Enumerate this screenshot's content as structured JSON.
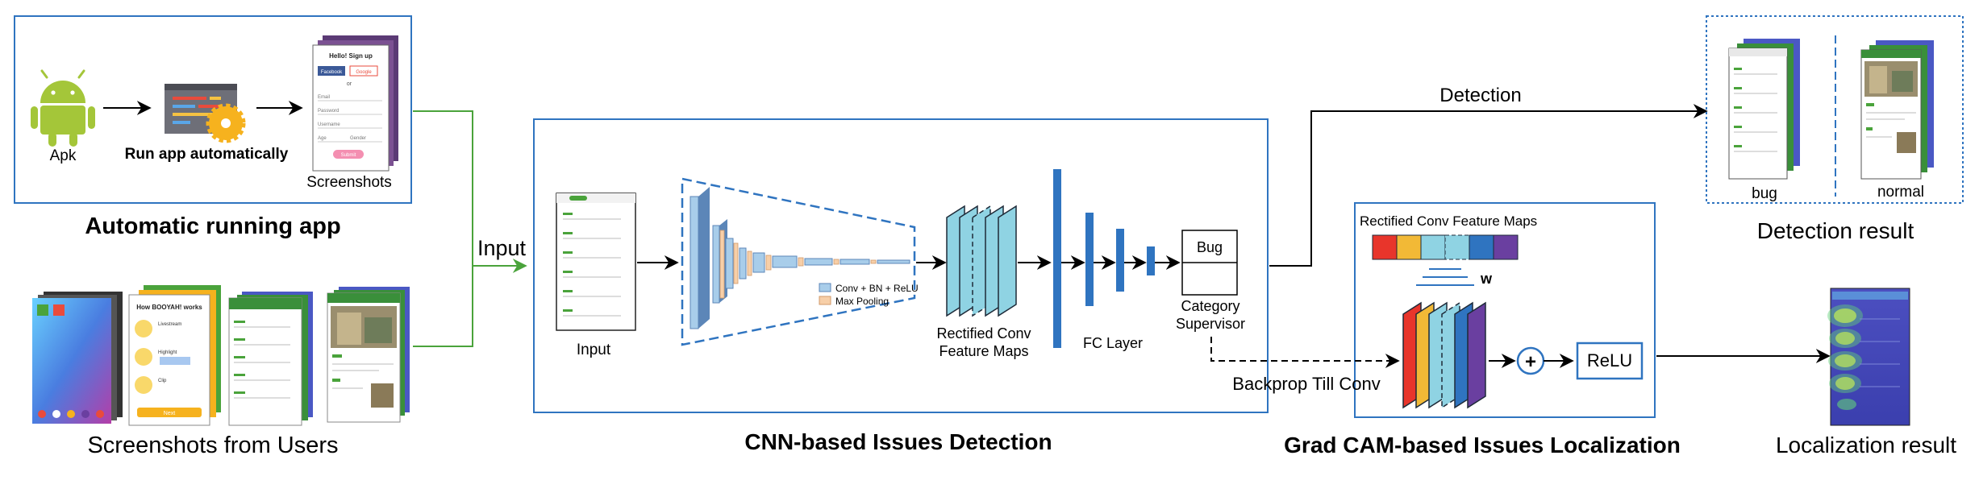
{
  "running_app": {
    "title": "Automatic running app",
    "apk_label": "Apk",
    "run_label": "Run app automatically",
    "screenshots_label": "Screenshots",
    "signup_title": "Hello! Sign up",
    "facebook_label": "Facebook",
    "google_label": "Google",
    "or_label": "or",
    "fields": [
      "Email",
      "Password",
      "Username",
      "Age",
      "Gender"
    ],
    "submit_label": "Submit"
  },
  "users": {
    "title": "Screenshots from Users",
    "card_header": "How BOOYAH! works",
    "card_items": [
      "Livestream",
      "Highlight",
      "Clip"
    ],
    "card_button": "Next"
  },
  "input_label": "Input",
  "cnn": {
    "title": "CNN-based Issues Detection",
    "input_label": "Input",
    "legend_conv": "Conv + BN + ReLU",
    "legend_pool": "Max Pooling",
    "feature_maps_line1": "Rectified Conv",
    "feature_maps_line2": "Feature Maps",
    "fc_label": "FC Layer",
    "bug_label": "Bug",
    "category_line1": "Category",
    "category_line2": "Supervisor"
  },
  "detection": {
    "arrow_label": "Detection",
    "title": "Detection result",
    "bug_label": "bug",
    "normal_label": "normal"
  },
  "gradcam": {
    "title": "Grad CAM-based Issues Localization",
    "maps_label": "Rectified Conv Feature Maps",
    "w_label": "w",
    "plus_label": "+",
    "relu_label": "ReLU",
    "backprop_label": "Backprop Till Conv",
    "strip_colors": [
      "#e8352b",
      "#f2b936",
      "#8fd3e3",
      "#8fd3e3",
      "#2f74c0",
      "#6a3fa0"
    ]
  },
  "localization": {
    "title": "Localization result"
  },
  "colors": {
    "frame_blue": "#2f74c0",
    "green_link": "#4aa33b",
    "android_green": "#a4c639",
    "cyan_map": "#8fd3e3",
    "fc_blue": "#2f74c0"
  }
}
